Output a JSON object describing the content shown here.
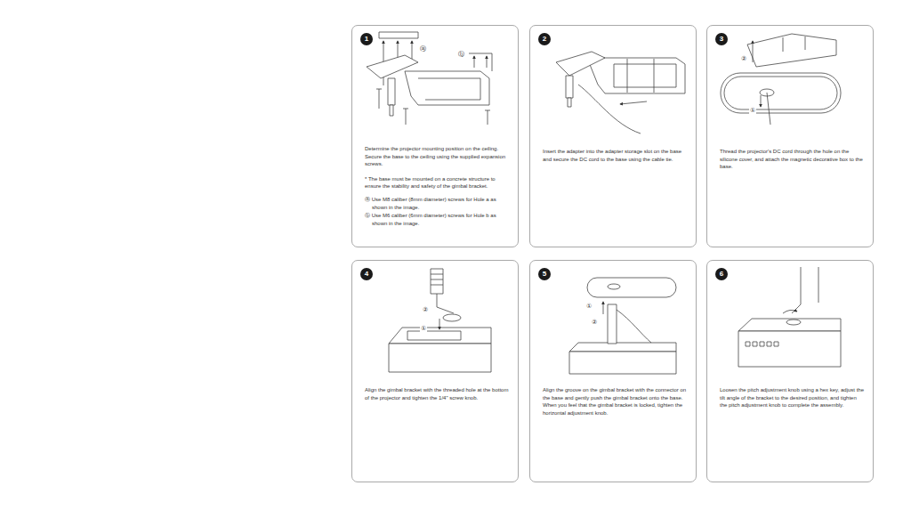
{
  "diagram": {
    "nodes": [
      {
        "text": [
          "Determine the projector mounting position on the ceiling. Secure the base to the ceiling using the supplied expansion screws.",
          "* The base must be mounted on a concrete structure to ensure the stability and safety of the gimbal bracket.",
          "ⓐ Use M8 caliber (8mm diameter) screws for Hole a as shown in the image.",
          "ⓑ Use M6 caliber (6mm diameter) screws for Hole b as shown in the image."
        ]
      },
      {
        "text": [
          "1"
        ],
        "in": 0
      },
      {
        "text": [
          "Insert the adapter into the adapter storage slot on the base and secure the DC cord to the base using the cable tie."
        ]
      },
      {
        "text": [
          "2"
        ],
        "in": 2
      },
      {
        "text": [
          "Thread the projector's DC cord through the hole on the silicone cover, and attach the magnetic decorative box to the base."
        ]
      },
      {
        "text": [
          "3"
        ],
        "in": 4
      },
      {
        "text": [
          "Align the gimbal bracket with the threaded hole at the bottom of the projector and tighten the 1/4\" screw knob."
        ]
      },
      {
        "text": [
          "4"
        ],
        "in": 6
      },
      {
        "text": [
          "Align the groove on the gimbal bracket with the connector on the base and gently push the gimbal bracket onto the base. When you feel that the gimbal bracket is locked, tighten the horizontal adjustment knob."
        ]
      },
      {
        "text": [
          "5"
        ],
        "in": 8
      },
      {
        "text": [
          "Loosen the pitch adjustment knob using a hex key, adjust the tilt angle of the bracket to the desired position, and tighten the pitch adjustment knob to complete the assembly."
        ]
      },
      {
        "text": [
          "6"
        ],
        "in": 10
      }
    ],
    "labels": [
      "ⓐ",
      "ⓑ",
      "②",
      "①",
      "②",
      "①",
      "①",
      "②"
    ]
  }
}
